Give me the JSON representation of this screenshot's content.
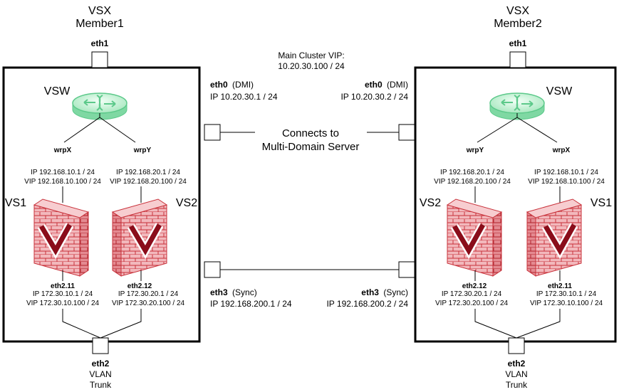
{
  "member1": {
    "title_line1": "VSX",
    "title_line2": "Member1",
    "eth1": "eth1",
    "vsw": "VSW",
    "wrp_left": {
      "name": "wrpX",
      "ip": "IP 192.168.10.1 / 24",
      "vip": "VIP 192.168.10.100 / 24"
    },
    "wrp_right": {
      "name": "wrpY",
      "ip": "IP 192.168.20.1 / 24",
      "vip": "VIP 192.168.20.100 / 24"
    },
    "vs_left": "VS1",
    "vs_right": "VS2",
    "if_left": {
      "name": "eth2.11",
      "ip": "IP 172.30.10.1 / 24",
      "vip": "VIP 172.30.10.100 / 24"
    },
    "if_right": {
      "name": "eth2.12",
      "ip": "IP 172.30.20.1 / 24",
      "vip": "VIP 172.30.20.100 / 24"
    },
    "eth2_name": "eth2",
    "eth2_l2": "VLAN",
    "eth2_l3": "Trunk",
    "eth0_name": "eth0",
    "eth0_tag": "(DMI)",
    "eth0_ip": "IP 10.20.30.1 / 24",
    "eth3_name": "eth3",
    "eth3_tag": "(Sync)",
    "eth3_ip": "IP 192.168.200.1 / 24"
  },
  "member2": {
    "title_line1": "VSX",
    "title_line2": "Member2",
    "eth1": "eth1",
    "vsw": "VSW",
    "wrp_left": {
      "name": "wrpY",
      "ip": "IP 192.168.20.1 / 24",
      "vip": "VIP 192.168.20.100 / 24"
    },
    "wrp_right": {
      "name": "wrpX",
      "ip": "IP 192.168.10.1 / 24",
      "vip": "VIP 192.168.10.100 / 24"
    },
    "vs_left": "VS2",
    "vs_right": "VS1",
    "if_left": {
      "name": "eth2.12",
      "ip": "IP 172.30.20.1 / 24",
      "vip": "VIP 172.30.20.100 / 24"
    },
    "if_right": {
      "name": "eth2.11",
      "ip": "IP 172.30.10.1 / 24",
      "vip": "VIP 172.30.10.100 / 24"
    },
    "eth2_name": "eth2",
    "eth2_l2": "VLAN",
    "eth2_l3": "Trunk",
    "eth0_name": "eth0",
    "eth0_tag": "(DMI)",
    "eth0_ip": "IP 10.20.30.2 / 24",
    "eth3_name": "eth3",
    "eth3_tag": "(Sync)",
    "eth3_ip": "IP 192.168.200.2 / 24"
  },
  "center": {
    "vip_label": "Main Cluster VIP:",
    "vip_value": "10.20.30.100 / 24",
    "connects_line1": "Connects to",
    "connects_line2": "Multi-Domain Server"
  },
  "icons": {
    "switch": "virtual-switch-icon",
    "firewall": "virtual-system-firewall-icon"
  },
  "colors": {
    "switch_green": "#5cc98a",
    "firewall_red": "#c8313a",
    "firewall_light": "#f2b8bc",
    "v_mark": "#8a0d1a"
  }
}
